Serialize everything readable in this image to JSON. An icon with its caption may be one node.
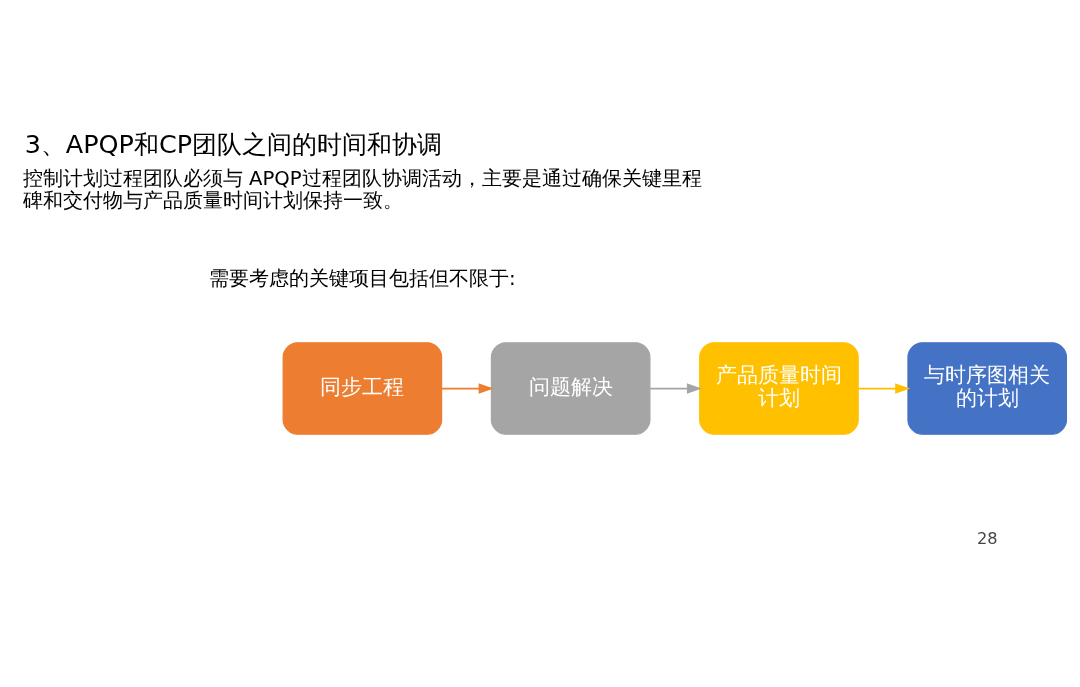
{
  "diagram": {
    "title": "3、APQP和CP团队之间的时间和协调",
    "nodes": [
      {
        "text": [
          "同步工程"
        ]
      },
      {
        "text": [
          "问题解决"
        ]
      },
      {
        "text": [
          "产品质量时间计划"
        ]
      },
      {
        "text": [
          "与时序图相关的计划"
        ]
      }
    ],
    "edges": [
      {
        "from": 0,
        "to": 1,
        "arrow": "to",
        "color": "#ed7d31"
      },
      {
        "from": 1,
        "to": 2,
        "arrow": "to",
        "color": "#a5a5a5"
      },
      {
        "from": 2,
        "to": 3,
        "arrow": "to",
        "color": "#ffc000"
      }
    ],
    "labels": [
      "控制计划过程团队必须与 APQP过程团队协调活动，主要是通过确保关键里程碑和交付物与产品质量时间计划保持一致。",
      "需要考虑的关键项目包括但不限于:",
      "28"
    ]
  }
}
